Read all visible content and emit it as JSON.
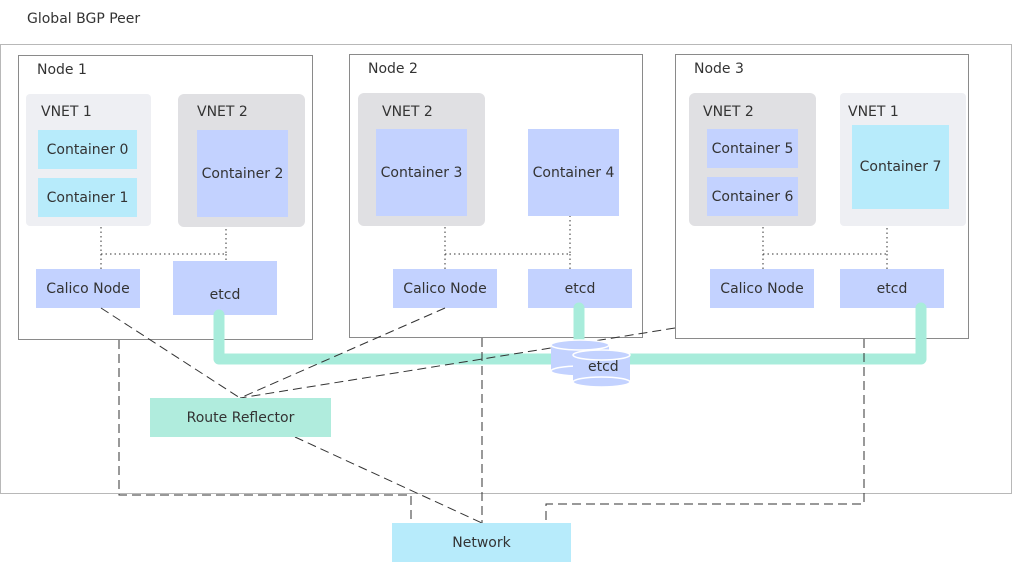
{
  "diagram": {
    "title": "Global BGP Peer",
    "nodes": [
      {
        "label": "Node 1",
        "vnets": [
          {
            "label": "VNET 1",
            "containers": [
              "Container 0",
              "Container 1"
            ]
          },
          {
            "label": "VNET 2",
            "containers": [
              "Container 2"
            ]
          }
        ],
        "calico": "Calico Node",
        "etcd": "etcd"
      },
      {
        "label": "Node 2",
        "vnets": [
          {
            "label": "VNET 2",
            "containers": [
              "Container 3"
            ]
          }
        ],
        "standalone_container": "Container 4",
        "calico": "Calico Node",
        "etcd": "etcd"
      },
      {
        "label": "Node 3",
        "vnets": [
          {
            "label": "VNET 2",
            "containers": [
              "Container 5",
              "Container 6"
            ]
          },
          {
            "label": "VNET 1",
            "containers": [
              "Container 7"
            ]
          }
        ],
        "calico": "Calico Node",
        "etcd": "etcd"
      }
    ],
    "etcd_cluster": "etcd",
    "route_reflector": "Route Reflector",
    "network": "Network",
    "colors": {
      "container_blue": "#c3d2ff",
      "container_cyan": "#b7ebfb",
      "etcd_link": "#a8ecdb",
      "route_reflector": "#b0ecdd",
      "vnet_light": "#eeeff3",
      "vnet_dark": "#e0e0e3"
    }
  }
}
